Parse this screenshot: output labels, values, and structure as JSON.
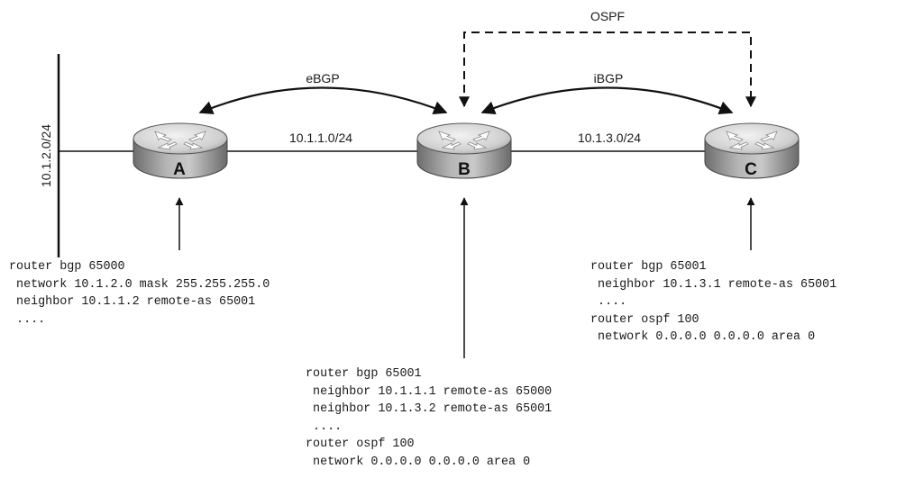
{
  "diagram": {
    "links": {
      "ospf": "OSPF",
      "ebgp": "eBGP",
      "ibgp": "iBGP"
    },
    "networks": {
      "lan_a": "10.1.2.0/24",
      "ab": "10.1.1.0/24",
      "bc": "10.1.3.0/24"
    },
    "routers": {
      "a": "A",
      "b": "B",
      "c": "C"
    },
    "configs": {
      "a": [
        "router bgp 65000",
        " network 10.1.2.0 mask 255.255.255.0",
        " neighbor 10.1.1.2 remote-as 65001",
        " ...."
      ],
      "b": [
        "router bgp 65001",
        " neighbor 10.1.1.1 remote-as 65000",
        " neighbor 10.1.3.2 remote-as 65001",
        " ....",
        "router ospf 100",
        " network 0.0.0.0 0.0.0.0 area 0"
      ],
      "c": [
        "router bgp 65001",
        " neighbor 10.1.3.1 remote-as 65001",
        " ....",
        "router ospf 100",
        " network 0.0.0.0 0.0.0.0 area 0"
      ]
    }
  }
}
